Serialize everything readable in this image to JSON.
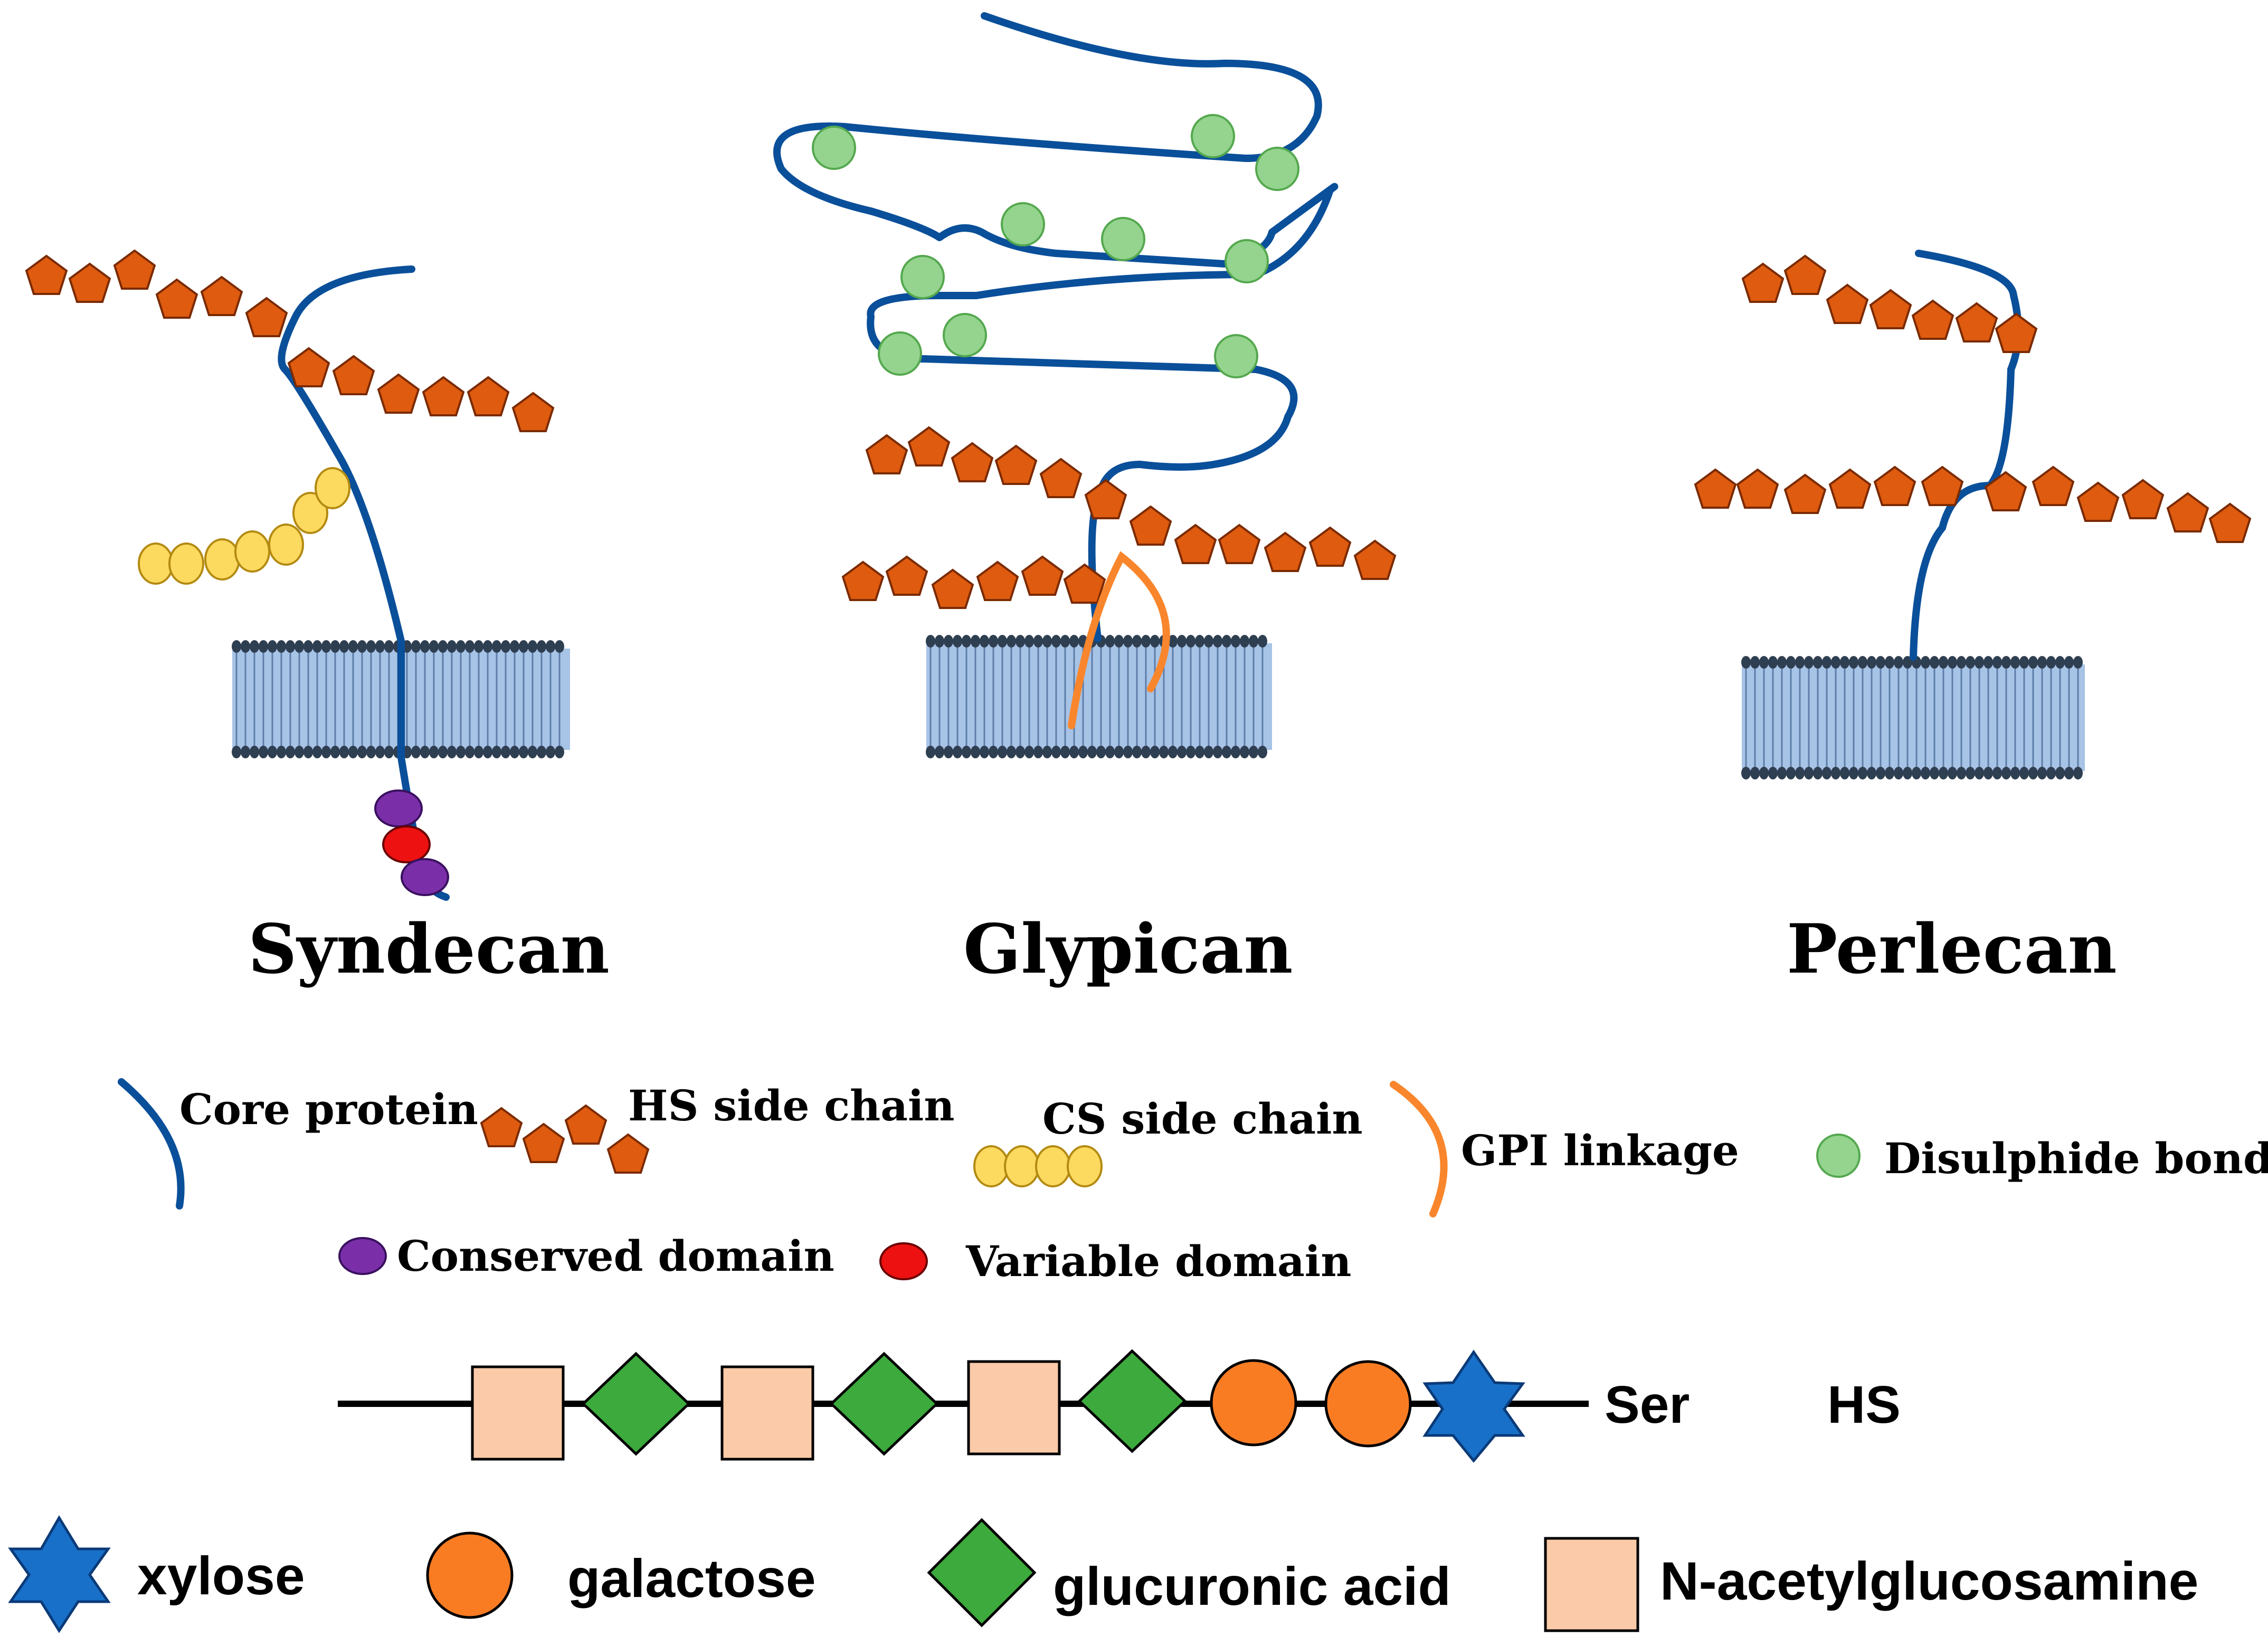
{
  "titles": {
    "syndecan": "Syndecan",
    "glypican": "Glypican",
    "perlecan": "Perlecan"
  },
  "legend": {
    "core_protein": "Core protein",
    "hs_side_chain": "HS side chain",
    "cs_side_chain": "CS side chain",
    "gpi_linkage": "GPI linkage",
    "disulphide_bond": "Disulphide bond",
    "conserved_domain": "Conserved domain",
    "variable_domain": "Variable domain"
  },
  "hs_chain": {
    "start_label": "Ser",
    "name": "HS"
  },
  "sugar_legend": {
    "xylose": "xylose",
    "galactose": "galactose",
    "glucuronic_acid": "glucuronic acid",
    "n_acetylglucosamine": "N-acetylglucosamine"
  },
  "colors": {
    "core_protein": "#0a4f9a",
    "hs_pentagon": "#de5b0f",
    "cs_bead": "#fcd95f",
    "gpi": "#f9862c",
    "disulphide": "#94d48e",
    "conserved": "#7a2fa8",
    "variable": "#ee1111",
    "membrane": "#a7c3e6",
    "lipid_head": "#2f3f52",
    "xylose": "#1870c8",
    "galactose": "#f97c23",
    "glucuronic": "#3caa3c",
    "glcnac": "#fbcaa8"
  }
}
